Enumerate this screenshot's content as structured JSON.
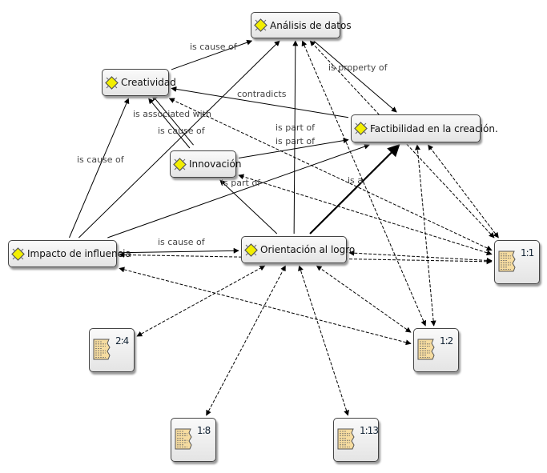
{
  "codes": [
    {
      "id": "analisis",
      "label": "Análisis de datos",
      "icon": "code-diamond-icon"
    },
    {
      "id": "creatividad",
      "label": "Creatividad",
      "icon": "code-diamond-icon"
    },
    {
      "id": "factibilidad",
      "label": "Factibilidad en la creación.",
      "icon": "code-diamond-icon"
    },
    {
      "id": "innovacion",
      "label": "Innovación",
      "icon": "code-diamond-icon"
    },
    {
      "id": "impacto",
      "label": "Impacto de influencia",
      "icon": "code-diamond-icon"
    },
    {
      "id": "orientacion",
      "label": "Orientación al logro",
      "icon": "code-diamond-icon"
    }
  ],
  "quotations": [
    {
      "id": "q11",
      "label": "1:1",
      "icon": "quotation-document-icon"
    },
    {
      "id": "q12",
      "label": "1:2",
      "icon": "quotation-document-icon"
    },
    {
      "id": "q24",
      "label": "2:4",
      "icon": "quotation-document-icon"
    },
    {
      "id": "q18",
      "label": "1:8",
      "icon": "quotation-document-icon"
    },
    {
      "id": "q113",
      "label": "1:13",
      "icon": "quotation-document-icon"
    }
  ],
  "relations": [
    {
      "from": "creatividad",
      "to": "analisis",
      "label": "is cause of",
      "style": "solid"
    },
    {
      "from": "factibilidad",
      "to": "creatividad",
      "label": "contradicts",
      "style": "solid"
    },
    {
      "from": "analisis",
      "to": "factibilidad",
      "label": "is property of",
      "style": "solid"
    },
    {
      "from": "innovacion",
      "to": "creatividad",
      "label": "is associated with",
      "style": "solid"
    },
    {
      "from": "innovacion",
      "to": "creatividad",
      "label": "is cause of",
      "style": "solid"
    },
    {
      "from": "impacto",
      "to": "creatividad",
      "label": "is cause of",
      "style": "solid"
    },
    {
      "from": "impacto",
      "to": "analisis",
      "label": "",
      "style": "solid"
    },
    {
      "from": "innovacion",
      "to": "factibilidad",
      "label": "is part of",
      "style": "solid"
    },
    {
      "from": "impacto",
      "to": "factibilidad",
      "label": "is part of",
      "style": "solid"
    },
    {
      "from": "orientacion",
      "to": "innovacion",
      "label": "is part of",
      "style": "solid"
    },
    {
      "from": "orientacion",
      "to": "factibilidad",
      "label": "is a",
      "style": "thick"
    },
    {
      "from": "orientacion",
      "to": "analisis",
      "label": "",
      "style": "solid"
    },
    {
      "from": "impacto",
      "to": "orientacion",
      "label": "is cause of",
      "style": "solid"
    },
    {
      "from": "q11",
      "to": "orientacion",
      "label": "",
      "style": "dashed"
    },
    {
      "from": "q11",
      "to": "impacto",
      "label": "",
      "style": "dashed"
    },
    {
      "from": "q11",
      "to": "innovacion",
      "label": "",
      "style": "dashed"
    },
    {
      "from": "q11",
      "to": "creatividad",
      "label": "",
      "style": "dashed"
    },
    {
      "from": "q11",
      "to": "factibilidad",
      "label": "",
      "style": "dashed"
    },
    {
      "from": "q11",
      "to": "analisis",
      "label": "",
      "style": "dashed"
    },
    {
      "from": "q12",
      "to": "orientacion",
      "label": "",
      "style": "dashed"
    },
    {
      "from": "q12",
      "to": "impacto",
      "label": "",
      "style": "dashed"
    },
    {
      "from": "q12",
      "to": "factibilidad",
      "label": "",
      "style": "dashed"
    },
    {
      "from": "q12",
      "to": "analisis",
      "label": "",
      "style": "dashed"
    },
    {
      "from": "q24",
      "to": "orientacion",
      "label": "",
      "style": "dashed"
    },
    {
      "from": "q18",
      "to": "orientacion",
      "label": "",
      "style": "dashed"
    },
    {
      "from": "q113",
      "to": "orientacion",
      "label": "",
      "style": "dashed"
    }
  ],
  "colors": {
    "code_icon": "#f2ee00",
    "node_bg": "#eeeeee",
    "doc_icon": "#f6dca0"
  }
}
